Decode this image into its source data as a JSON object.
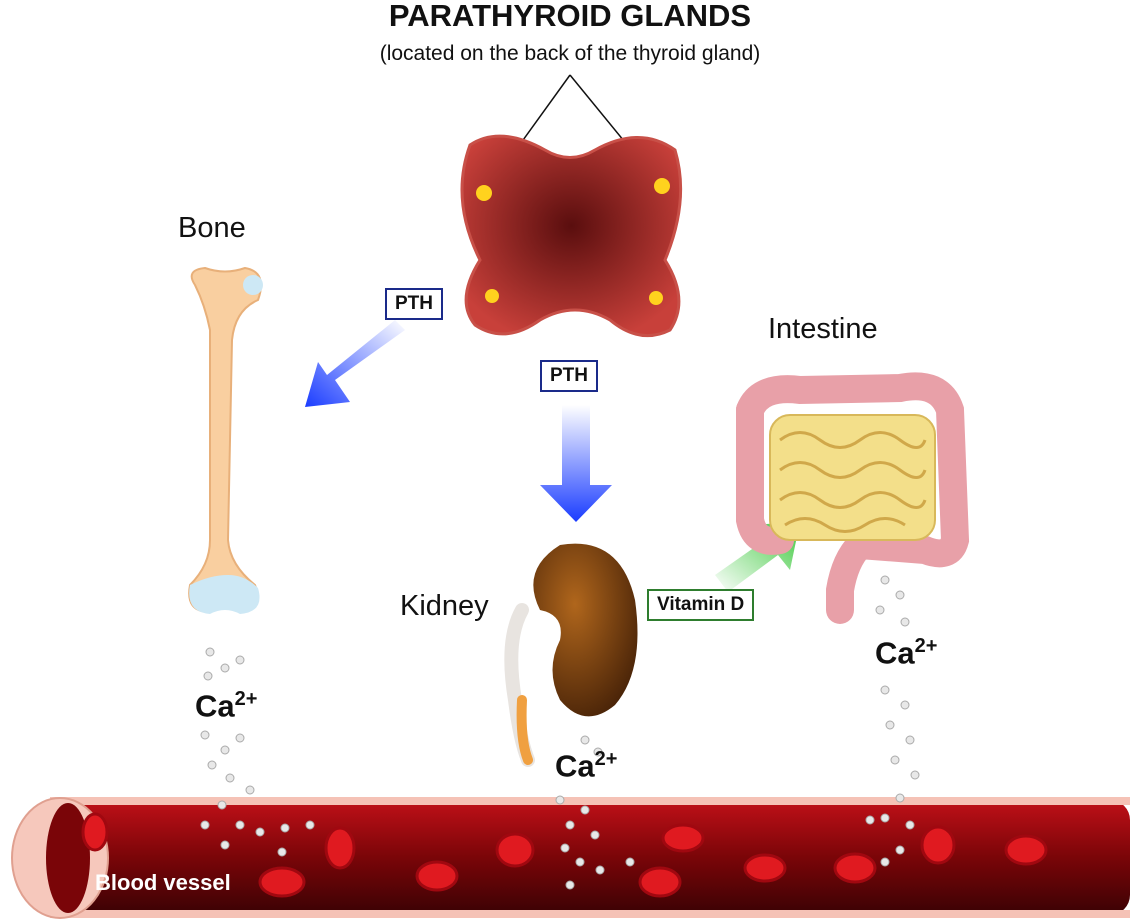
{
  "title": "PARATHYROID GLANDS",
  "subtitle": "(located on the back of the thyroid gland)",
  "labels": {
    "bone": "Bone",
    "intestine": "Intestine",
    "kidney": "Kidney",
    "blood_vessel": "Blood vessel"
  },
  "hormone_boxes": {
    "pth_bone": "PTH",
    "pth_kidney": "PTH",
    "vitamin_d": "Vitamin D"
  },
  "calcium": {
    "symbol": "Ca",
    "charge": "2+"
  },
  "colors": {
    "pth_arrow": "#1a3cff",
    "vitamin_d_arrow": "#3cc83c",
    "blood": "#8a0a10",
    "thyroid": "#b8302a"
  }
}
